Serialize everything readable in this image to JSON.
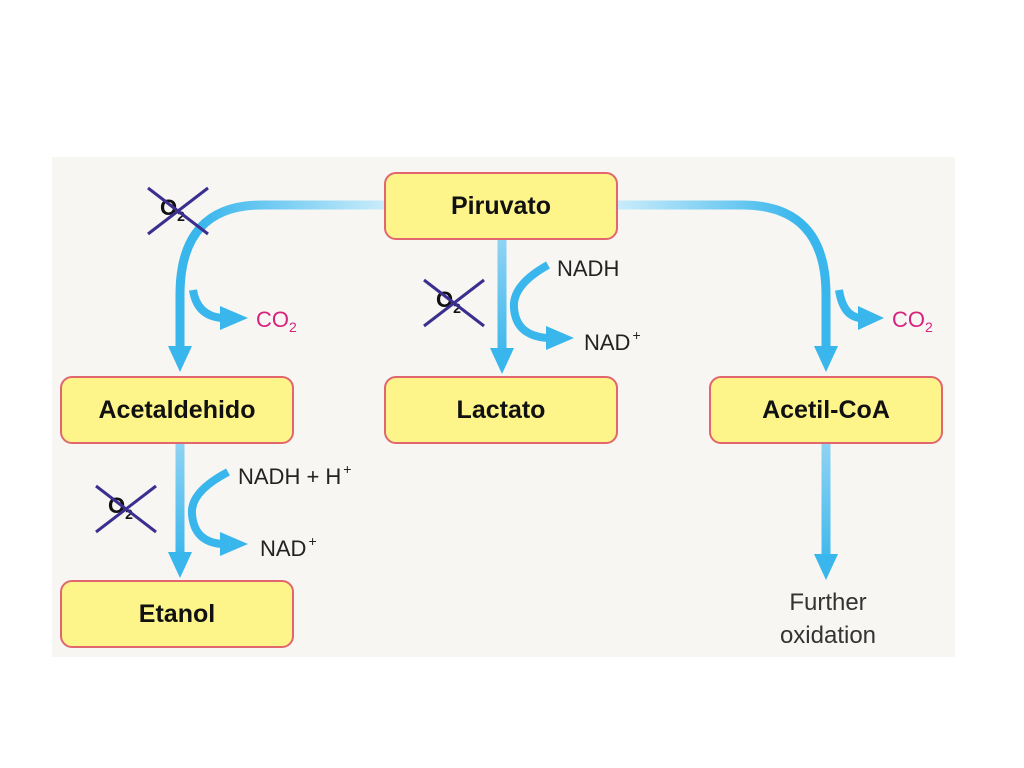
{
  "nodes": {
    "piruvato": "Piruvato",
    "acetaldehido": "Acetaldehido",
    "lactato": "Lactato",
    "acetil_coa": "Acetil-CoA",
    "etanol": "Etanol"
  },
  "labels": {
    "nadh": "NADH",
    "nad": "NAD",
    "plus_sign": "+",
    "nadh_h": "NADH + H",
    "co2": "CO",
    "co2_subscript": "2",
    "o2": "O",
    "o2_subscript": "2",
    "further_line1": "Further",
    "further_line2": "oxidation"
  },
  "colors": {
    "arrow": "#39b6ec",
    "box_fill": "#fdf58a",
    "box_border": "#e1666e",
    "co2_text": "#d6247e",
    "cross": "#3a2f8f"
  }
}
